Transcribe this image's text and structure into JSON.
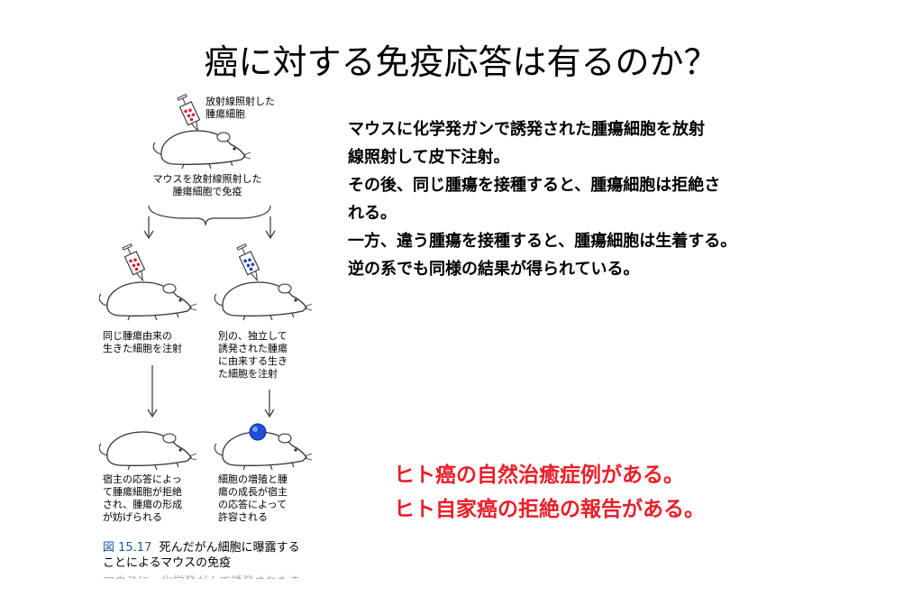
{
  "slide": {
    "title": "癌に対する免疫応答は有るのか？",
    "body_lines": [
      "マウスに化学発ガンで誘発された腫瘍細胞を放射",
      "線照射して皮下注射。",
      "その後、同じ腫瘍を接種すると、腫瘍細胞は拒絶さ",
      "れる。",
      "一方、違う腫瘍を接種すると、腫瘍細胞は生着する。",
      "逆の系でも同様の結果が得られている。"
    ],
    "highlight_lines": [
      "ヒト癌の自然治癒症例がある。",
      "ヒト自家癌の拒絶の報告がある。"
    ]
  },
  "figure": {
    "syringe_top_label": [
      "放射線照射した",
      "腫瘍細胞"
    ],
    "immunize_label": [
      "マウスを放射線照射した",
      "腫瘍細胞で免疫"
    ],
    "left_inject_label": [
      "同じ腫瘍由来の",
      "生きた細胞を注射"
    ],
    "right_inject_label": [
      "別の、独立して",
      "誘発された腫瘍",
      "に由来する生き",
      "た細胞を注射"
    ],
    "left_result_label": [
      "宿主の応答によっ",
      "て腫瘍細胞が拒絶",
      "され、腫瘍の形成",
      "が妨げられる"
    ],
    "right_result_label": [
      "細胞の増殖と腫",
      "瘍の成長が宿主",
      "の応答によって",
      "許容される"
    ],
    "caption_number": "図 15.17",
    "caption_text_1": "死んだがん細胞に曝露する",
    "caption_text_2": "ことによるマウスの免疫",
    "caption_cutoff": "マウスに、化学発がんで誘発されたま"
  },
  "colors": {
    "highlight": "#e8202a",
    "same_tumor_cells": "#d8232a",
    "different_tumor_cells": "#1f3fbf",
    "tumor": "#1f4fd8",
    "caption_number": "#1a5aa6"
  }
}
